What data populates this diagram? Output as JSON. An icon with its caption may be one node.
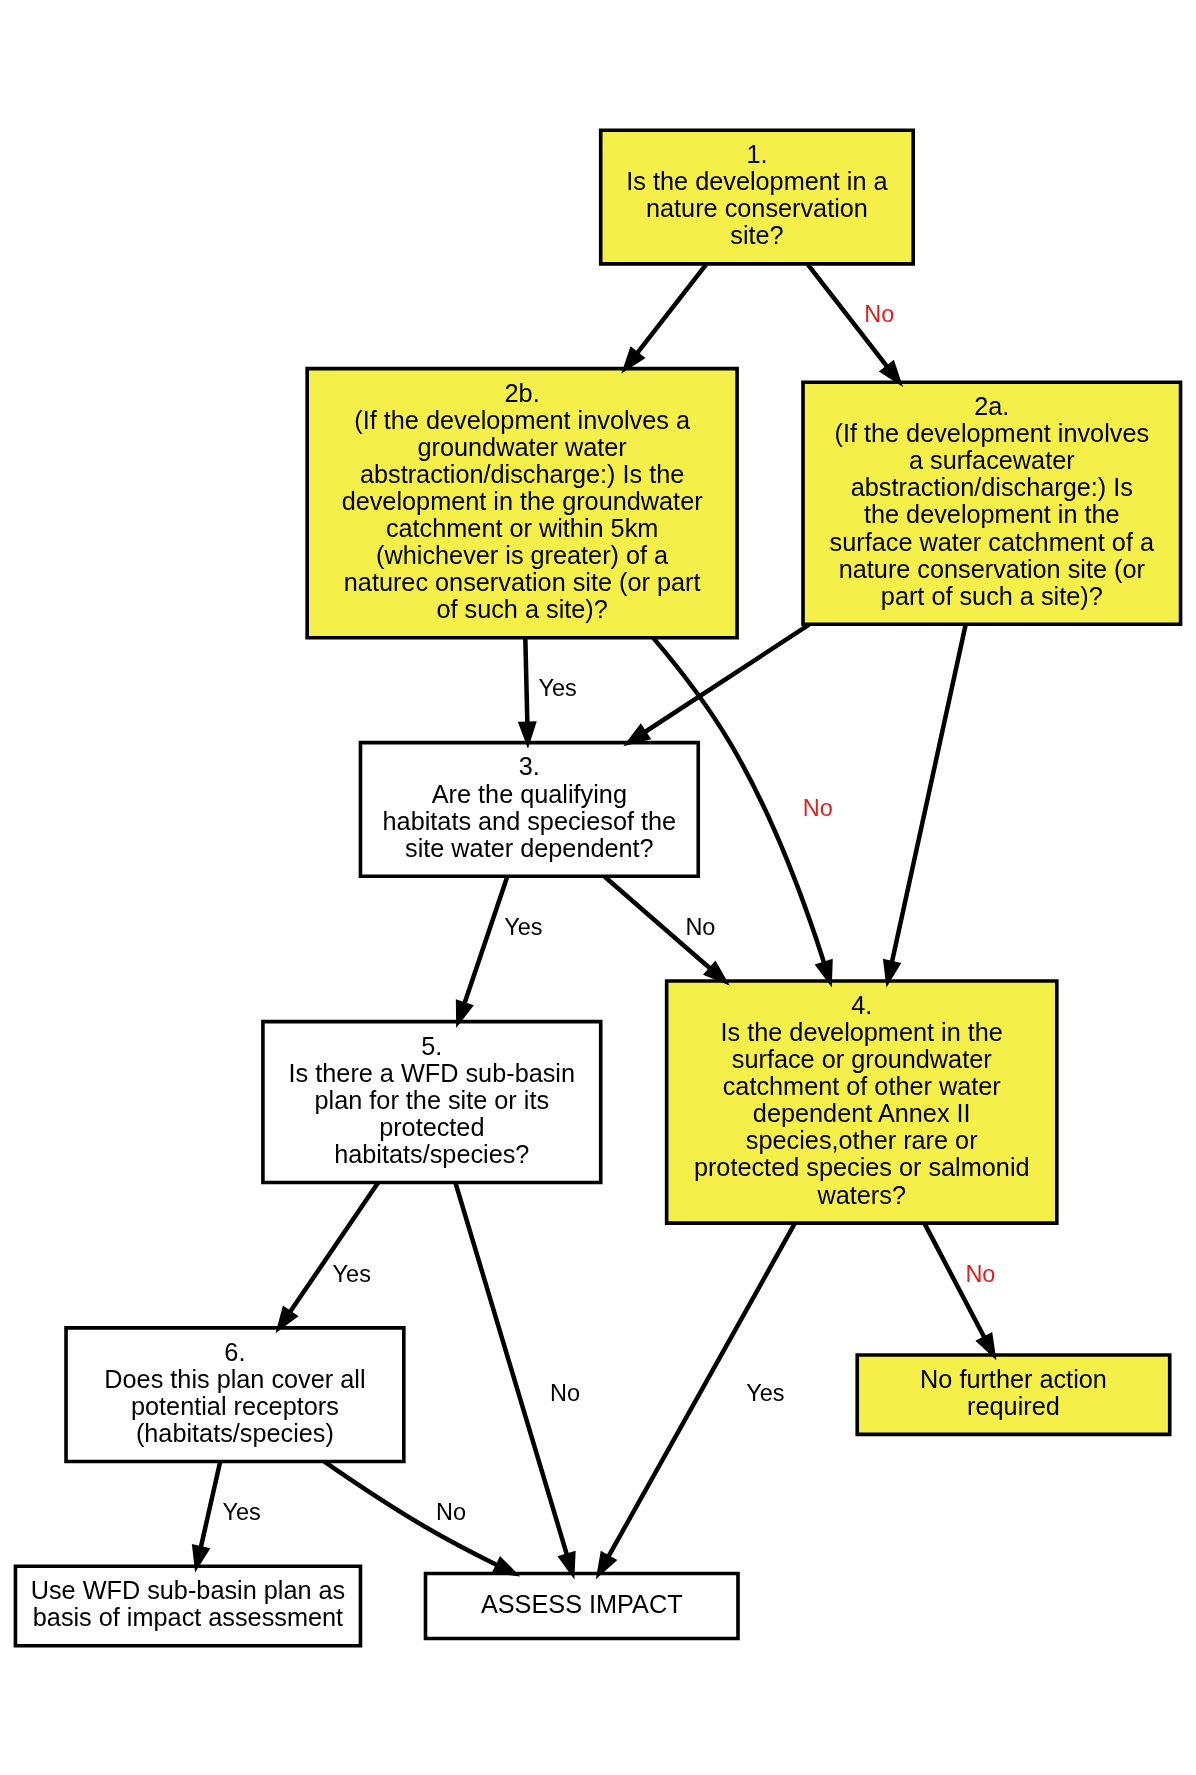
{
  "diagram": {
    "nodes": [
      {
        "text": [
          "1.",
          "Is the development in a nature conservation site?"
        ]
      },
      {
        "text": [
          "2a.",
          "(If the development involves a surfacewater abstraction/discharge:) Is the development in the surface water catchment of a nature conservation site (or part of such a site)?"
        ]
      },
      {
        "text": [
          "2b.",
          "(If the development involves a groundwater water abstraction/discharge:) Is the development in the groundwater catchment or within 5km (whichever is greater) of a naturec onservation site (or part of such a site)?"
        ]
      },
      {
        "text": [
          "3.",
          "Are the qualifying habitats and speciesof the site water dependent?"
        ]
      },
      {
        "text": [
          "4.",
          "Is the development in the surface or groundwater catchment of other water dependent Annex II species,other rare or protected species or salmonid waters?"
        ]
      },
      {
        "text": [
          "5.",
          "Is there a WFD sub-basin plan for the site or its protected habitats/species?"
        ]
      },
      {
        "text": [
          "6.",
          "Does this plan cover all potential receptors (habitats/species)"
        ]
      },
      {
        "text": [
          "Use WFD sub-basin plan as basis of impact assessment"
        ]
      },
      {
        "text": [
          "No further action required"
        ]
      },
      {
        "text": [
          "ASSESS IMPACT"
        ]
      }
    ],
    "edges": [
      {
        "from": 0,
        "to": 1,
        "arrow": "to",
        "label": "No"
      },
      {
        "from": 0,
        "to": 2,
        "arrow": "to"
      },
      {
        "from": 1,
        "to": 3,
        "arrow": "to"
      },
      {
        "from": 1,
        "to": 4,
        "arrow": "to"
      },
      {
        "from": 2,
        "to": 3,
        "arrow": "to",
        "label": "Yes"
      },
      {
        "from": 2,
        "to": 4,
        "arrow": "to",
        "label": "No"
      },
      {
        "from": 3,
        "to": 5,
        "arrow": "to",
        "label": "Yes"
      },
      {
        "from": 3,
        "to": 4,
        "arrow": "to",
        "label": "No"
      },
      {
        "from": 5,
        "to": 6,
        "arrow": "to",
        "label": "Yes"
      },
      {
        "from": 5,
        "to": 9,
        "arrow": "to",
        "label": "No"
      },
      {
        "from": 6,
        "to": 7,
        "arrow": "to",
        "label": "Yes"
      },
      {
        "from": 6,
        "to": 9,
        "arrow": "to",
        "label": "No"
      },
      {
        "from": 4,
        "to": 9,
        "arrow": "to",
        "label": "Yes"
      },
      {
        "from": 4,
        "to": 8,
        "arrow": "to",
        "label": "No"
      }
    ]
  }
}
